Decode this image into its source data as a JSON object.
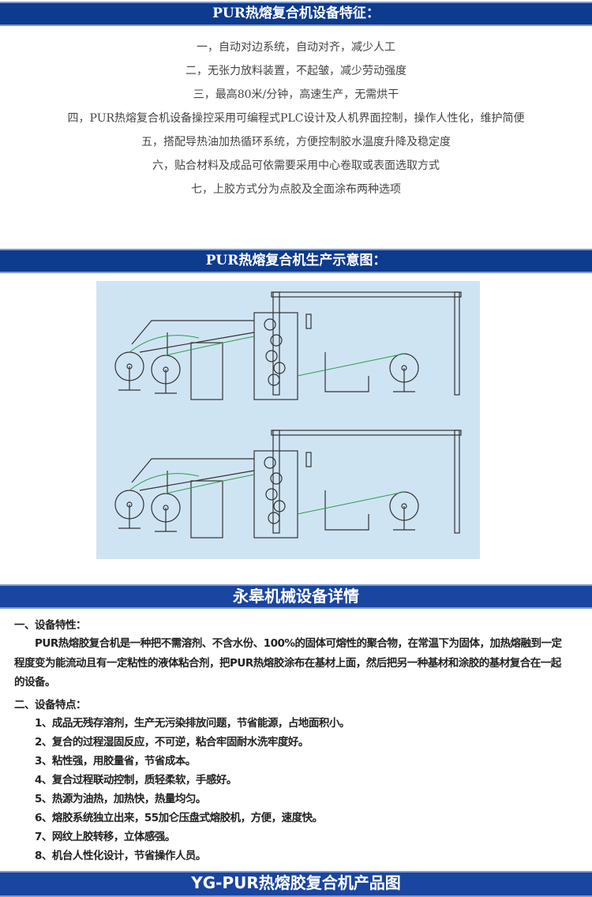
{
  "section1": {
    "title": "PUR热熔复合机设备特征：",
    "features": [
      "一，自动对边系统，自动对齐，减少人工",
      "二，无张力放料装置，不起皱，减少劳动强度",
      "三，最高80米/分钟，高速生产，无需烘干",
      "四，PUR热熔复合机设备操控采用可编程式PLC设计及人机界面控制，操作人性化，维护简便",
      "五，搭配导热油加热循环系统，方便控制胶水温度升降及稳定度",
      "六，贴合材料及成品可依需要采用中心卷取或表面选取方式",
      "七，上胶方式分为点胶及全面涂布两种选项"
    ]
  },
  "section2": {
    "title": "PUR热熔复合机生产示意图："
  },
  "section3": {
    "title": "永皋机械设备详情",
    "h1": "一、设备特性：",
    "para_lines": [
      "PUR热熔胶复合机是一种把不需溶剂、不含水份、100%的固体可熔性的聚合物，在常温下为固体，加热熔融到一定",
      "程度变为能流动且有一定粘性的液体粘合剂，把PUR热熔胶涂布在基材上面，然后把另一种基材和涂胶的基材复合在一起",
      "的设备。"
    ],
    "h2": "二、设备特点：",
    "items": [
      "1、成品无残存溶剂，生产无污染排放问题，节省能源，占地面积小。",
      "2、复合的过程湿固反应，不可逆，粘合牢固耐水洗牢度好。",
      "3、粘性强，用胶量省，节省成本。",
      "4、复合过程联动控制，质轻柔软，手感好。",
      "5、热源为油热，加热快，热量均匀。",
      "6、熔胶系统独立出来，55加仑压盘式熔胶机，方便，速度快。",
      "7、网纹上胶转移，立体感强。",
      "8、机台人性化设计，节省操作人员。"
    ]
  },
  "section4": {
    "title": "YG-PUR热熔胶复合机产品图"
  }
}
